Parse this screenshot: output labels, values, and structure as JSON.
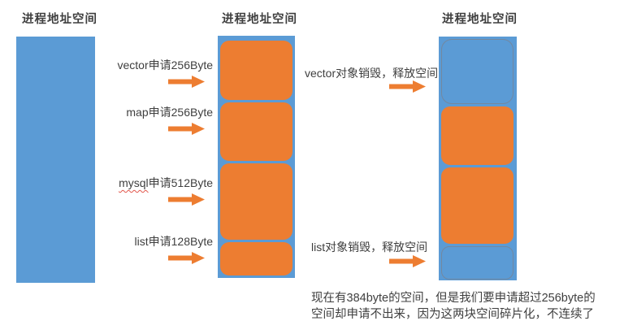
{
  "colors": {
    "address_space_blue": "#5B9BD5",
    "allocated_orange": "#ED7D31",
    "freed_block_border": "#7388a0",
    "text": "#3f3f3f",
    "spellcheck_underline_red": "#e2574c"
  },
  "columns": {
    "left": {
      "title": "进程地址空间"
    },
    "middle": {
      "title": "进程地址空间",
      "blocks": [
        {
          "name": "vector",
          "state": "allocated"
        },
        {
          "name": "map",
          "state": "allocated"
        },
        {
          "name": "mysql",
          "state": "allocated"
        },
        {
          "name": "list",
          "state": "allocated"
        }
      ]
    },
    "right": {
      "title": "进程地址空间",
      "blocks": [
        {
          "name": "vector",
          "state": "freed"
        },
        {
          "name": "map",
          "state": "allocated"
        },
        {
          "name": "mysql",
          "state": "allocated"
        },
        {
          "name": "list",
          "state": "freed"
        }
      ]
    }
  },
  "alloc_steps": [
    {
      "label": "vector申请256Byte"
    },
    {
      "label": "map申请256Byte"
    },
    {
      "label_word": "mysql",
      "label_rest": "申请512Byte"
    },
    {
      "label": "list申请128Byte"
    }
  ],
  "free_steps": [
    {
      "label": "vector对象销毁，释放空间"
    },
    {
      "label": "list对象销毁，释放空间"
    }
  ],
  "note": {
    "line1": "现在有384byte的空间，但是我们要申请超过256byte的",
    "line2": "空间却申请不出来，因为这两块空间碎片化，不连续了"
  }
}
